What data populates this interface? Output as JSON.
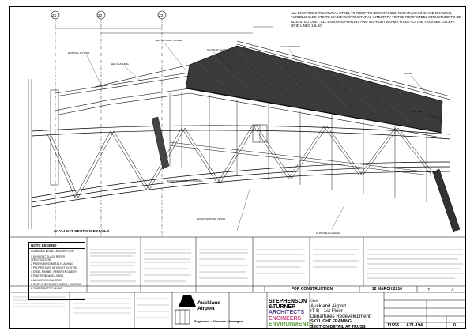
{
  "general_note": "ALL EXISTING STRUCTURAL STEEL TO ROOF TO BE RETAINED. REPAIR, MAKING AND BRACING, TURNBUCKLES ETC TO MAINTAIN STRUCTURAL INTEGRITY TO THE ROOF STEEL STRUCTURE TO BE ADJUSTED ONLY. ALL EXISTING PURLINS AND SUPPORT BEAMS FIXED TO THE TRUSSES EXCEPT GRID LINES 1 & 10.",
  "grid_labels": [
    "Z1",
    "Z2",
    "Z3"
  ],
  "section_title": "SKYLIGHT SECTION DETAILS",
  "legend": {
    "title": "NOTE LEGEND",
    "subtitle": "CODE  MATERIAL DESCRIPTION",
    "items": [
      "1  SKYLIGHT GLASS REFER SPECIFICATION",
      "2  PREFINISHED METAL FLASHING",
      "3  PROPRIETARY SKYLIGHT SYSTEM",
      "4  STEEL FRAME - REFER ENGINEER",
      "5  PLASTERBOARD LINING",
      "6  ACOUSTIC INSULATION",
      "7  ROOF SHEETING TO MATCH EXISTING",
      "8  TIMBER SOFFIT LINING"
    ]
  },
  "for_construction": "FOR CONSTRUCTION",
  "issue_date": "12 MARCH 2010",
  "revision": {
    "a": "T",
    "b": "A"
  },
  "logos": {
    "client_line1": "Auckland",
    "client_line2": "Airport",
    "engineer": "Engineers • Planners • Managers",
    "architect_l1": "STEPHENSON",
    "architect_l2": "&TURNER",
    "architect_l3": "ARCHITECTS",
    "architect_l4": "ENGINEERS",
    "architect_l5": "ENVIRONMENTS"
  },
  "project": {
    "client_label": "Client",
    "title1": "Auckland Airport",
    "title2": "IT B - 1st Floor",
    "title3": "Departures Redevelopment",
    "sheet_title1": "SKYLIGHT FRAMING",
    "sheet_title2": "SECTION DETAIL AT TRUSS"
  },
  "drawing": {
    "number": "11553",
    "sheet": "A71-194",
    "rev": "0"
  }
}
